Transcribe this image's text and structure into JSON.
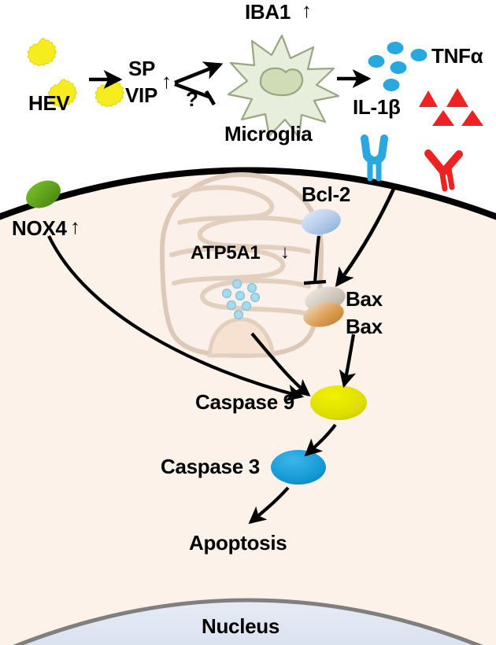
{
  "figure": {
    "type": "pathway-diagram",
    "title": "HEV-induced microglial activation and neuronal apoptosis pathway",
    "background_color": "#ffffff"
  },
  "colors": {
    "cytoplasm": "#fdf2e9",
    "nucleus_fill": "#dde4f0",
    "nucleus_border": "#7f7f7f",
    "membrane": "#000000",
    "hev_particle": "#f5ed1f",
    "hev_particle_border": "#d9cf16",
    "microglia_fill": "#e7eedb",
    "microglia_border": "#9aa583",
    "microglia_nucleus": "#cfdcb5",
    "tnfa_dot": "#29a8e0",
    "il1b_triangle": "#ee2222",
    "receptor_blue": "#29a8e0",
    "receptor_red": "#ee2222",
    "nox4": "#62a81e",
    "bcl2": "#aec6e8",
    "bax_upper": "#d8cfc4",
    "bax_lower": "#d99a50",
    "caspase9": "#e0e000",
    "caspase3": "#17a0d8",
    "mito_fill": "#fbf0ea",
    "mito_border": "#d9c3b2",
    "mito_matrix": "#f7e2d2",
    "cytochrome_c": "#a9d9ea",
    "text": "#000000"
  },
  "labels": {
    "hev": "HEV",
    "sp": "SP",
    "vip": "VIP",
    "sp_vip_arrow": "↑",
    "question": "?",
    "iba1": "IBA1",
    "iba1_arrow": "↑",
    "microglia": "Microglia",
    "tnfa": "TNFα",
    "il1b": "IL-1β",
    "nox4": "NOX4",
    "nox4_arrow": "↑",
    "atp5a1": "ATP5A1",
    "atp5a1_arrow": "↓",
    "bcl2": "Bcl-2",
    "bax_1": "Bax",
    "bax_2": "Bax",
    "caspase9": "Caspase 9",
    "caspase3": "Caspase 3",
    "apoptosis": "Apoptosis",
    "nucleus": "Nucleus"
  },
  "entities": {
    "hev_particles": {
      "count": 3,
      "shape": "spiky-circle",
      "color": "#f5ed1f"
    },
    "tnfa_dots": {
      "count": 5,
      "shape": "ellipse",
      "color": "#29a8e0"
    },
    "il1b_triangles": {
      "count": 4,
      "shape": "triangle",
      "color": "#ee2222"
    },
    "cytochrome_c_dots": {
      "count": 8,
      "shape": "circle",
      "color": "#a9d9ea"
    },
    "membrane_receptors": [
      {
        "name": "receptor-blue",
        "color": "#29a8e0",
        "shape": "Y-receptor"
      },
      {
        "name": "receptor-red",
        "color": "#ee2222",
        "shape": "Y-receptor"
      }
    ],
    "bax_dimer": {
      "count": 2,
      "shape": "ellipse-pair"
    }
  },
  "edges": [
    {
      "from": "HEV",
      "to": "SP / VIP",
      "kind": "activation"
    },
    {
      "from": "SP / VIP",
      "to": "Microglia",
      "kind": "activation"
    },
    {
      "from": "SP / VIP",
      "to": "Microglia",
      "kind": "inhibition",
      "annotation": "?"
    },
    {
      "from": "Microglia",
      "to": "TNFα / IL-1β",
      "kind": "activation"
    },
    {
      "from": "Bcl-2",
      "to": "Bax",
      "kind": "inhibition"
    },
    {
      "from": "Receptor",
      "to": "Bax",
      "kind": "activation"
    },
    {
      "from": "NOX4",
      "to": "Caspase 9",
      "kind": "activation"
    },
    {
      "from": "Mitochondria",
      "to": "Caspase 9",
      "kind": "activation"
    },
    {
      "from": "Bax",
      "to": "Caspase 9",
      "kind": "activation"
    },
    {
      "from": "Caspase 9",
      "to": "Caspase 3",
      "kind": "activation"
    },
    {
      "from": "Caspase 3",
      "to": "Apoptosis",
      "kind": "activation"
    }
  ]
}
